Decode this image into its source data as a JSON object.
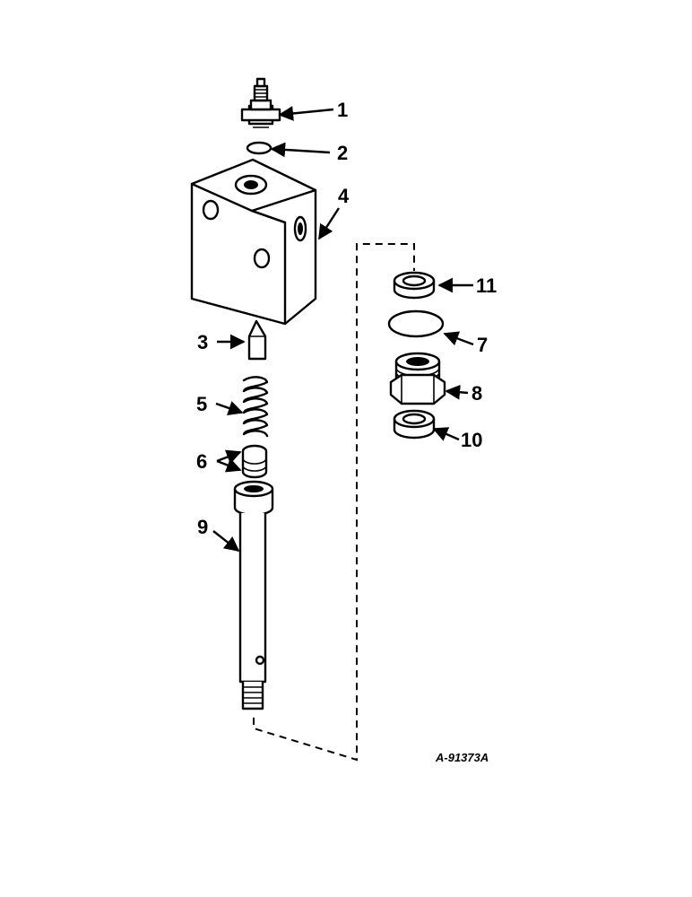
{
  "diagram": {
    "reference_code": "A-91373A",
    "callouts": [
      {
        "id": "c1",
        "label": "1"
      },
      {
        "id": "c2",
        "label": "2"
      },
      {
        "id": "c3",
        "label": "3"
      },
      {
        "id": "c4",
        "label": "4"
      },
      {
        "id": "c5",
        "label": "5"
      },
      {
        "id": "c6",
        "label": "6"
      },
      {
        "id": "c7",
        "label": "7"
      },
      {
        "id": "c8",
        "label": "8"
      },
      {
        "id": "c9",
        "label": "9"
      },
      {
        "id": "c10",
        "label": "10"
      },
      {
        "id": "c11",
        "label": "11"
      }
    ]
  }
}
